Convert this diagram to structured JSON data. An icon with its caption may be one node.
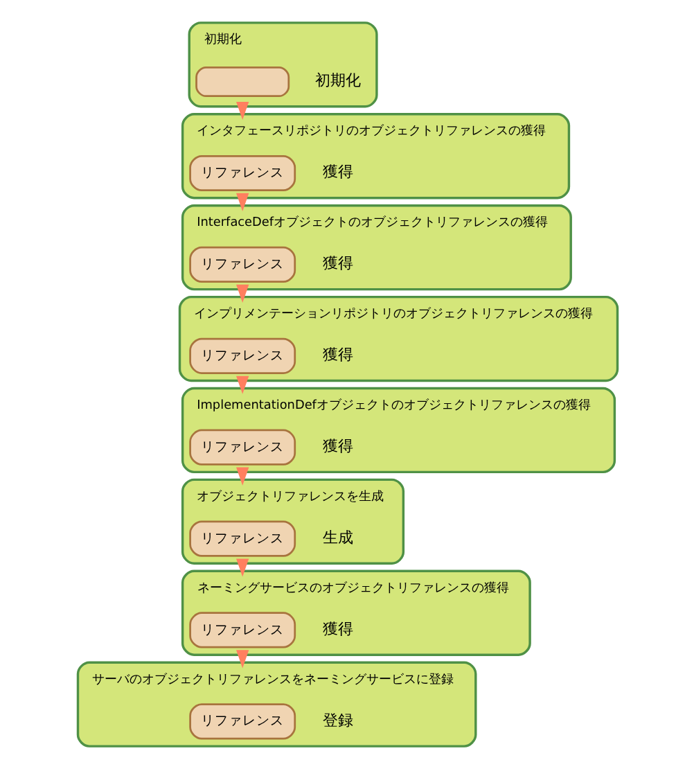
{
  "diagram": {
    "nodes": [
      {
        "text": [
          "初期化"
        ]
      },
      {
        "text": [],
        "shape": "box",
        "in": 0,
        "beside": [
          "初期化"
        ]
      },
      {
        "text": [
          "インタフェースリポジトリのオブジェクトリファレンスの獲得"
        ]
      },
      {
        "text": [
          "リファレンス"
        ],
        "in": 2,
        "beside": [
          "獲得"
        ]
      },
      {
        "text": [
          "InterfaceDefオブジェクトのオブジェクトリファレンスの獲得"
        ]
      },
      {
        "text": [
          "リファレンス"
        ],
        "in": 4,
        "beside": [
          "獲得"
        ]
      },
      {
        "text": [
          "インプリメンテーションリポジトリのオブジェクトリファレンスの獲得"
        ]
      },
      {
        "text": [
          "リファレンス"
        ],
        "in": 6,
        "beside": [
          "獲得"
        ]
      },
      {
        "text": [
          "ImplementationDefオブジェクトのオブジェクトリファレンスの獲得"
        ]
      },
      {
        "text": [
          "リファレンス"
        ],
        "in": 8,
        "beside": [
          "獲得"
        ]
      },
      {
        "text": [
          "オブジェクトリファレンスを生成"
        ]
      },
      {
        "text": [
          "リファレンス"
        ],
        "in": 10,
        "beside": [
          "生成"
        ]
      },
      {
        "text": [
          "ネーミングサービスのオブジェクトリファレンスの獲得"
        ]
      },
      {
        "text": [
          "リファレンス"
        ],
        "in": 12,
        "beside": [
          "獲得"
        ]
      },
      {
        "text": [
          "サーバのオブジェクトリファレンスをネーミングサービスに登録"
        ]
      },
      {
        "text": [
          "リファレンス"
        ],
        "in": 14,
        "beside": [
          "登録"
        ]
      }
    ],
    "edges": [
      {
        "from": 0,
        "to": 2,
        "arrow": "to"
      },
      {
        "from": 2,
        "to": 4,
        "arrow": "to"
      },
      {
        "from": 4,
        "to": 6,
        "arrow": "to"
      },
      {
        "from": 6,
        "to": 8,
        "arrow": "to"
      },
      {
        "from": 8,
        "to": 10,
        "arrow": "to"
      },
      {
        "from": 10,
        "to": 12,
        "arrow": "to"
      },
      {
        "from": 12,
        "to": 14,
        "arrow": "to"
      }
    ]
  }
}
